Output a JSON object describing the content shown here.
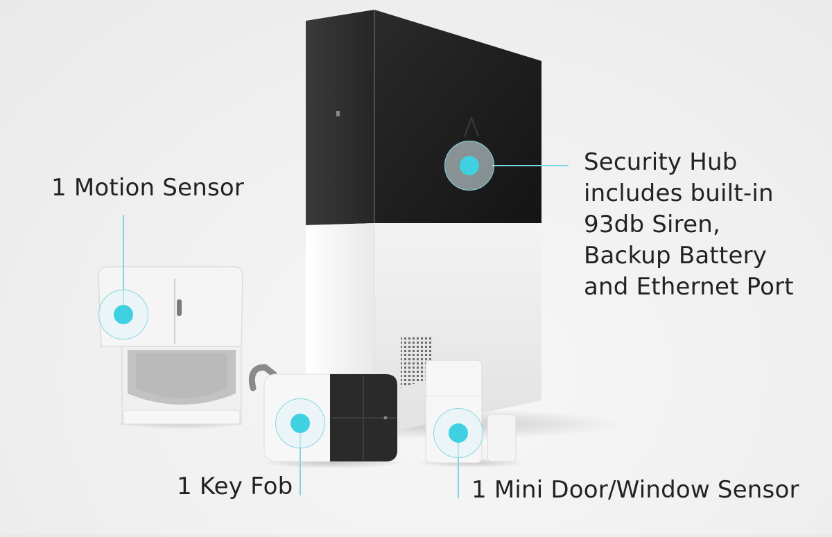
{
  "callouts": {
    "hub": [
      "Security Hub",
      "includes built-in",
      "93db Siren,",
      "Backup Battery",
      "and Ethernet Port"
    ],
    "motion": "1 Motion Sensor",
    "fob": "1 Key Fob",
    "door": "1 Mini Door/Window Sensor"
  },
  "colors": {
    "accent": "#3fd1e1",
    "leader_line": "#7dd6e3",
    "hub_top": "#1b1b1b",
    "device_white": "#f6f6f6",
    "text": "#222222"
  }
}
